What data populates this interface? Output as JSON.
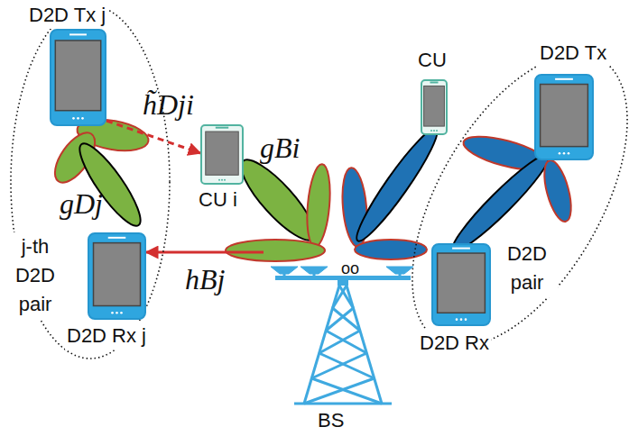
{
  "diagram": {
    "nodes": [
      {
        "text": [
          "j-th D2D pair"
        ]
      },
      {
        "text": [
          "D2D Tx j"
        ],
        "in": 0
      },
      {
        "text": [
          "D2D Rx j"
        ],
        "in": 0
      },
      {
        "text": [
          "CU i"
        ]
      },
      {
        "text": [
          "CU"
        ]
      },
      {
        "text": [
          "D2D pair"
        ]
      },
      {
        "text": [
          "D2D Tx"
        ],
        "in": 5
      },
      {
        "text": [
          "D2D Rx"
        ],
        "in": 5
      },
      {
        "text": [
          "BS"
        ]
      }
    ],
    "edges": [
      {
        "from": 1,
        "to": 3,
        "arrow": "to",
        "label": "h̃Dji"
      },
      {
        "from": 8,
        "to": 2,
        "arrow": "to",
        "label": "hBj"
      }
    ],
    "labels": [
      "gDj",
      "gBi",
      "oo"
    ]
  }
}
